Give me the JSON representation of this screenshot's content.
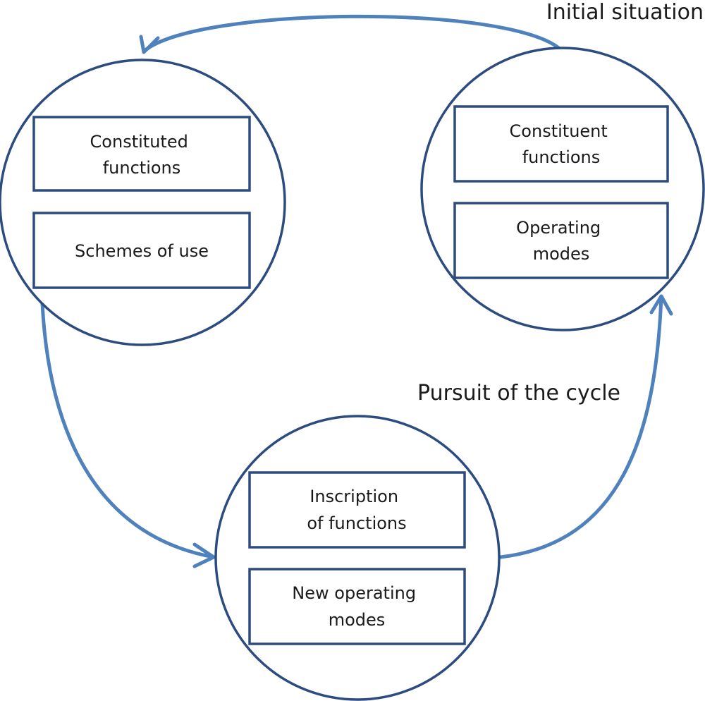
{
  "labels": {
    "initial": "Initial situation",
    "pursuit": "Pursuit of the cycle"
  },
  "left": {
    "box1": [
      "Constituted",
      "functions"
    ],
    "box2": [
      "Schemes of use"
    ]
  },
  "right": {
    "box1": [
      "Constituent",
      "functions"
    ],
    "box2": [
      "Operating",
      "modes"
    ]
  },
  "bottom": {
    "box1": [
      "Inscription",
      "of functions"
    ],
    "box2": [
      "New operating",
      "modes"
    ]
  },
  "colors": {
    "arrow": "#4f81bd",
    "outline": "#2c4b7f"
  }
}
